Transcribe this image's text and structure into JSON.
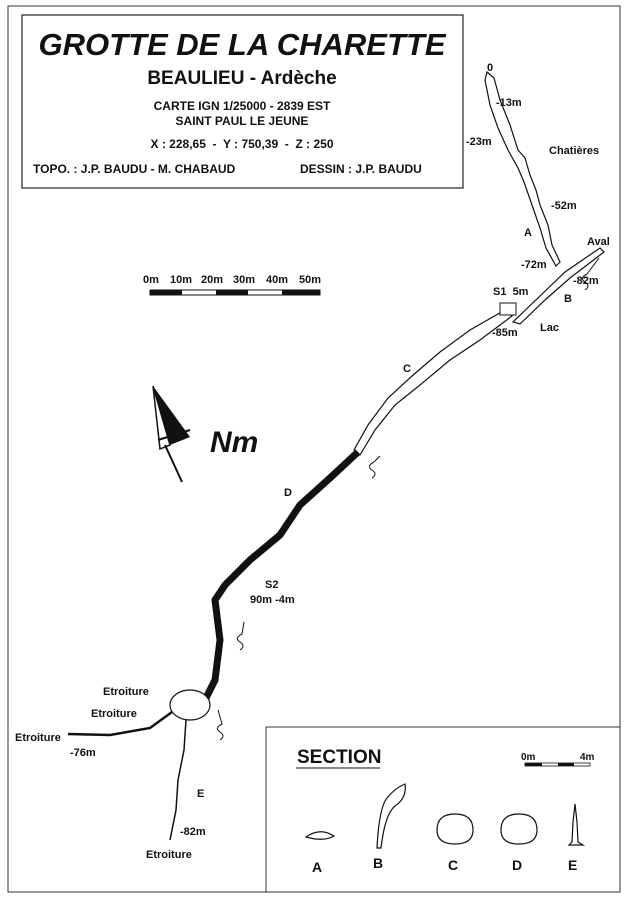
{
  "title_block": {
    "title": "GROTTE DE LA CHARETTE",
    "subtitle": "BEAULIEU - Ardèche",
    "map_ref": "CARTE IGN 1/25000 - 2839 EST",
    "commune": "SAINT PAUL LE JEUNE",
    "coordinates": "X : 228,65  -  Y : 750,39  -  Z : 250",
    "survey": "TOPO. : J.P. BAUDU - M. CHABAUD",
    "drawing": "DESSIN : J.P. BAUDU"
  },
  "scale_bar": {
    "ticks": [
      "0m",
      "10m",
      "20m",
      "30m",
      "40m",
      "50m"
    ]
  },
  "north": {
    "label": "Nm"
  },
  "map_labels": {
    "entrance": "0",
    "d13": "-13m",
    "d23": "-23m",
    "chatieres": "Chatières",
    "d52": "-52m",
    "a": "A",
    "aval": "Aval",
    "d72": "-72m",
    "d82a": "-82m",
    "s1": "S1  5m",
    "b": "B",
    "lac": "Lac",
    "d85": "-85m",
    "c": "C",
    "d": "D",
    "s2": "S2",
    "s2_detail": "90m -4m",
    "etroiture1": "Etroiture",
    "etroiture2": "Etroiture",
    "etroiture3": "Etroiture",
    "d76": "-76m",
    "e": "E",
    "d82b": "-82m",
    "etroiture4": "Etroiture"
  },
  "section": {
    "title": "SECTION",
    "scale_start": "0m",
    "scale_end": "4m",
    "labels": [
      "A",
      "B",
      "C",
      "D",
      "E"
    ]
  }
}
